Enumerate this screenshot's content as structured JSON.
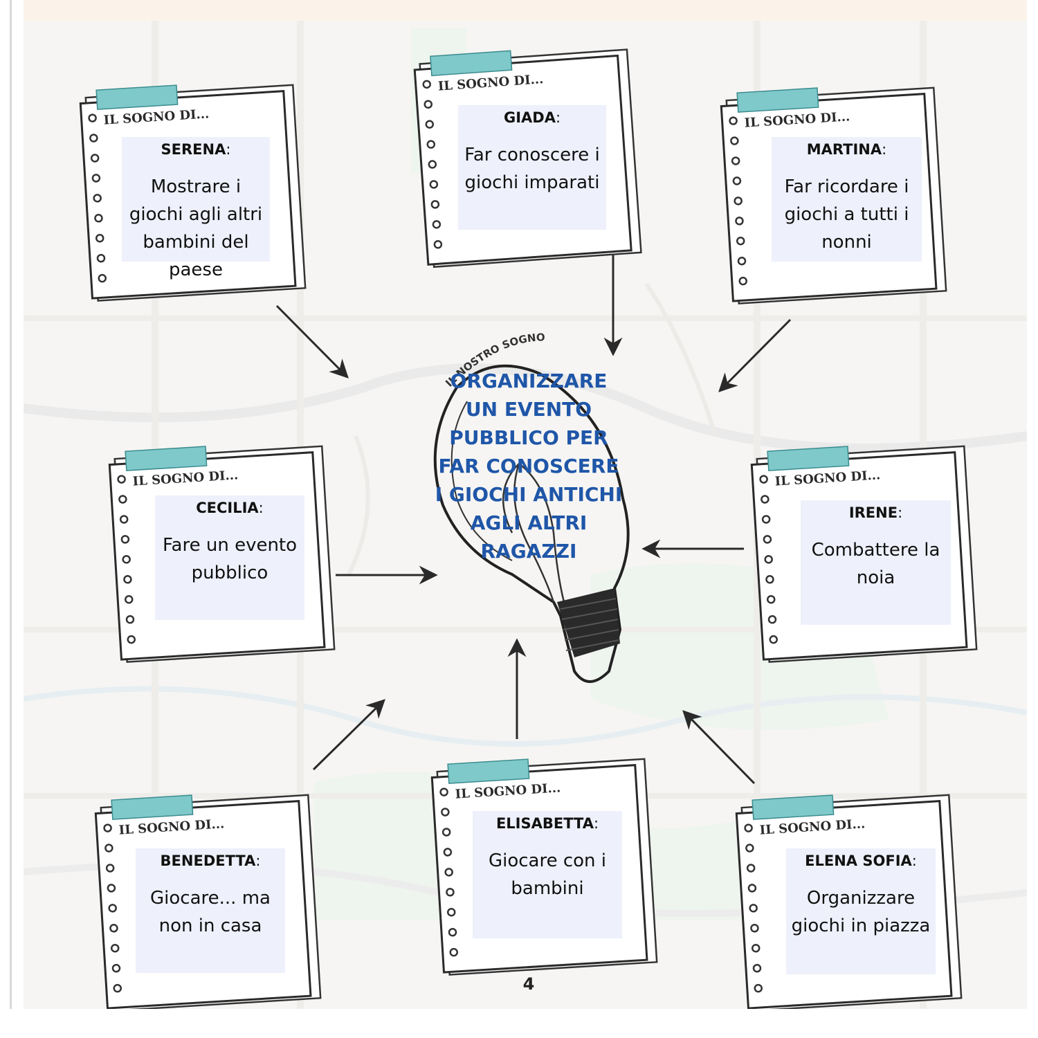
{
  "center": {
    "bulb_label": "IL NOSTRO SOGNO",
    "text": "ORGANIZZARE UN EVENTO PUBBLICO PER FAR CONOSCERE I GIOCHI ANTICHI AGLI ALTRI RAGAZZI"
  },
  "card_header": "IL SOGNO DI...",
  "cards": [
    {
      "name": "SERENA",
      "text": "Mostrare i giochi agli altri bambini del paese"
    },
    {
      "name": "GIADA",
      "text": "Far conoscere i giochi imparati"
    },
    {
      "name": "MARTINA",
      "text": "Far ricordare i giochi a tutti i nonni"
    },
    {
      "name": "CECILIA",
      "text": "Fare un evento pubblico"
    },
    {
      "name": "IRENE",
      "text": "Combattere la noia"
    },
    {
      "name": "BENEDETTA",
      "text": "Giocare... ma non in casa"
    },
    {
      "name": "ELISABETTA",
      "text": "Giocare con i bambini"
    },
    {
      "name": "ELENA SOFIA",
      "text": "Organizzare giochi in piazza"
    }
  ],
  "page_number": "4",
  "colors": {
    "tape": "#7fc9cb",
    "highlight_box": "#eef0fb",
    "center_text": "#1f56a8"
  }
}
